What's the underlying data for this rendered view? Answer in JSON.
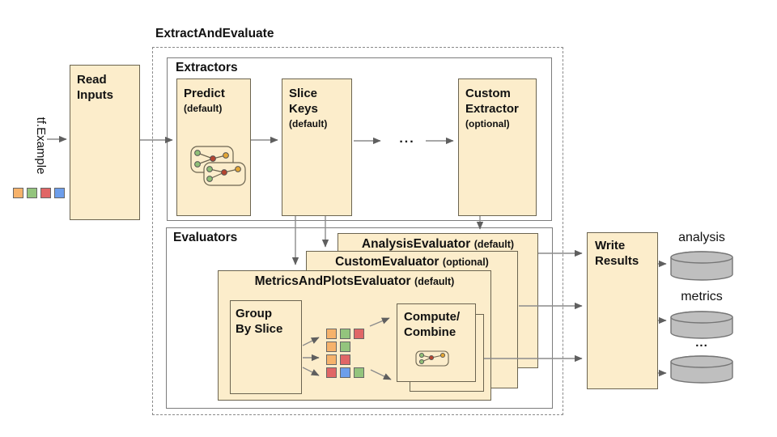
{
  "colors": {
    "box_fill": "#FCEDCB",
    "box_border": "#6B6450",
    "container_border": "#7C7C7C",
    "dashed_border": "#8A8A8A",
    "arrow": "#8C8C8C",
    "arrow_head": "#5F5F5F",
    "cylinder_fill": "#BFBFBF",
    "cylinder_border": "#757575",
    "text": "#111111"
  },
  "palette": {
    "orange": "#F6B26B",
    "green": "#93C47D",
    "red": "#E06666",
    "blue": "#6D9EEB"
  },
  "pipeline_title": "ExtractAndEvaluate",
  "input": {
    "label": "tf.Example",
    "squares": [
      "orange",
      "green",
      "red",
      "blue"
    ]
  },
  "read_inputs": {
    "title": "Read\nInputs"
  },
  "extractors": {
    "label": "Extractors",
    "predict": {
      "title": "Predict",
      "sub": "(default)",
      "icon": "model-graph-icon"
    },
    "slice_keys": {
      "title": "Slice\nKeys",
      "sub": "(default)"
    },
    "ellipsis": "...",
    "custom": {
      "title": "Custom\nExtractor",
      "sub": "(optional)"
    }
  },
  "evaluators": {
    "label": "Evaluators",
    "analysis": {
      "title": "AnalysisEvaluator",
      "sub": "(default)"
    },
    "custom": {
      "title": "CustomEvaluator",
      "sub": "(optional)"
    },
    "metrics_plots": {
      "title": "MetricsAndPlotsEvaluator",
      "sub": "(default)",
      "group_by_slice": {
        "title": "Group\nBy Slice"
      },
      "slice_grid": [
        [
          "orange",
          "green",
          "red"
        ],
        [
          "orange",
          "green"
        ],
        [
          "orange",
          "red"
        ],
        [
          "red",
          "blue",
          "green"
        ]
      ],
      "compute_combine": {
        "title": "Compute/\nCombine",
        "icon": "model-graph-icon"
      }
    }
  },
  "write_results": {
    "title": "Write\nResults"
  },
  "outputs": [
    {
      "label": "analysis",
      "icon": "database-cylinder-icon"
    },
    {
      "label": "metrics",
      "icon": "database-cylinder-icon"
    },
    {
      "label": "...",
      "icon": "database-cylinder-icon"
    }
  ]
}
